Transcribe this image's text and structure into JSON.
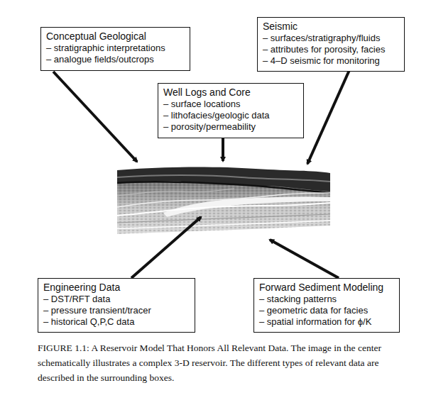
{
  "diagram": {
    "caption": "FIGURE 1.1: A Reservoir Model That Honors All Relevant Data. The image in the center schematically illustrates a complex 3-D reservoir. The different types of relevant data are described in the surrounding boxes.",
    "nodes": [
      {
        "text": [
          "Conceptual Geological",
          "– stratigraphic interpretations",
          "– analogue fields/outcrops"
        ]
      },
      {
        "text": [
          "Seismic",
          "– surfaces/stratigraphy/fluids",
          "– attributes for porosity, facies",
          "– 4–D seismic for monitoring"
        ]
      },
      {
        "text": [
          "Well Logs and Core",
          "– surface locations",
          "– lithofacies/geologic data",
          "– porosity/permeability"
        ]
      },
      {
        "text": [
          "Engineering Data",
          "– DST/RFT data",
          "– pressure transient/tracer",
          "– historical Q,P,C data"
        ]
      },
      {
        "text": [
          "Forward Sediment Modeling",
          "– stacking patterns",
          "– geometric data for facies",
          "– spatial information for ϕ/K"
        ]
      }
    ]
  }
}
